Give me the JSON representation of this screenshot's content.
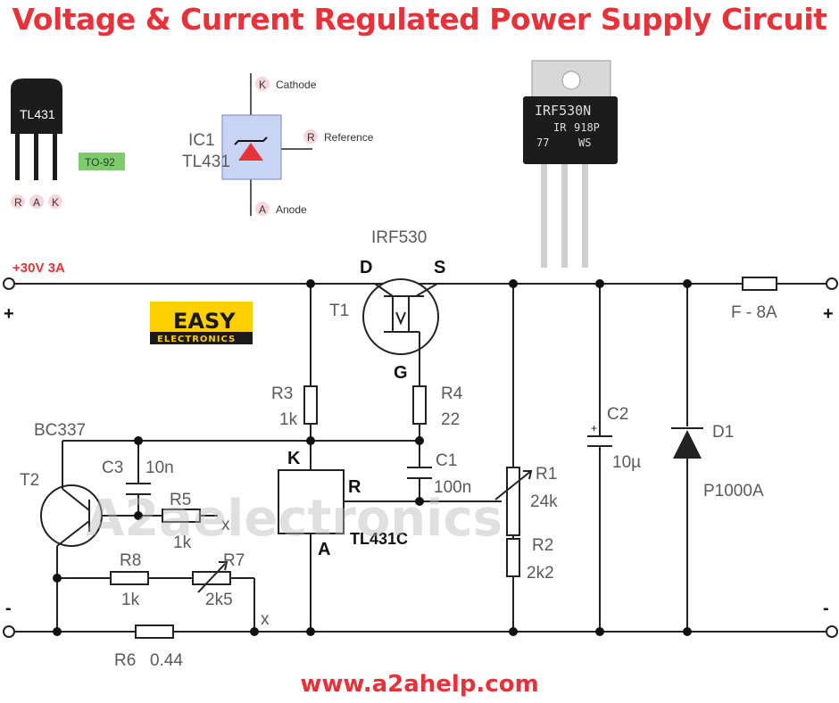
{
  "title": "Voltage & Current Regulated Power Supply Circuit",
  "footer_url": "www.a2ahelp.com",
  "watermark": "A2aelectronics",
  "colors": {
    "title": "#e8323a",
    "zener_box": "#c9d4f5",
    "to92_badge": "#7ccc6e",
    "badge_bg": "#1a1a1a",
    "badge_text": "#ffcf00"
  },
  "to92": {
    "chip_label": "TL431",
    "package_badge": "TO-92",
    "pins": [
      "R",
      "A",
      "K"
    ]
  },
  "tl431_symbol": {
    "designator": "IC1",
    "part": "TL431",
    "cathode_pin": "K",
    "cathode_label": "Cathode",
    "reference_pin": "R",
    "reference_label": "Reference",
    "anode_pin": "A",
    "anode_label": "Anode"
  },
  "mosfet_photo": {
    "line1": "IRF530N",
    "line2a": "IR",
    "line2b": "918P",
    "line3a": "77",
    "line3b": "WS"
  },
  "badge": {
    "top": "EASY",
    "bottom": "ELECTRONICS"
  },
  "schematic": {
    "input_label": "+30V 3A",
    "plus_left": "+",
    "minus_left": "-",
    "plus_right": "+",
    "minus_right": "-",
    "mosfet_part": "IRF530",
    "mosfet_ref": "T1",
    "drain": "D",
    "source": "S",
    "gate": "G",
    "r3_ref": "R3",
    "r3_val": "1k",
    "r4_ref": "R4",
    "r4_val": "22",
    "c1_ref": "C1",
    "c1_val": "100n",
    "ic_k": "K",
    "ic_r": "R",
    "ic_a": "A",
    "ic_part": "TL431C",
    "r1_ref": "R1",
    "r1_val": "24k",
    "r2_ref": "R2",
    "r2_val": "2k2",
    "c2_ref": "C2",
    "c2_val": "10µ",
    "c2_plus": "+",
    "d1_ref": "D1",
    "d1_part": "P1000A",
    "fuse": "F - 8A",
    "t2_part": "BC337",
    "t2_ref": "T2",
    "c3_ref": "C3",
    "c3_val": "10n",
    "r5_ref": "R5",
    "r5_val": "1k",
    "r8_ref": "R8",
    "r8_val": "1k",
    "r7_ref": "R7",
    "r7_val": "2k5",
    "r6_ref": "R6",
    "r6_val": "0.44",
    "x1": "x",
    "x2": "x"
  }
}
